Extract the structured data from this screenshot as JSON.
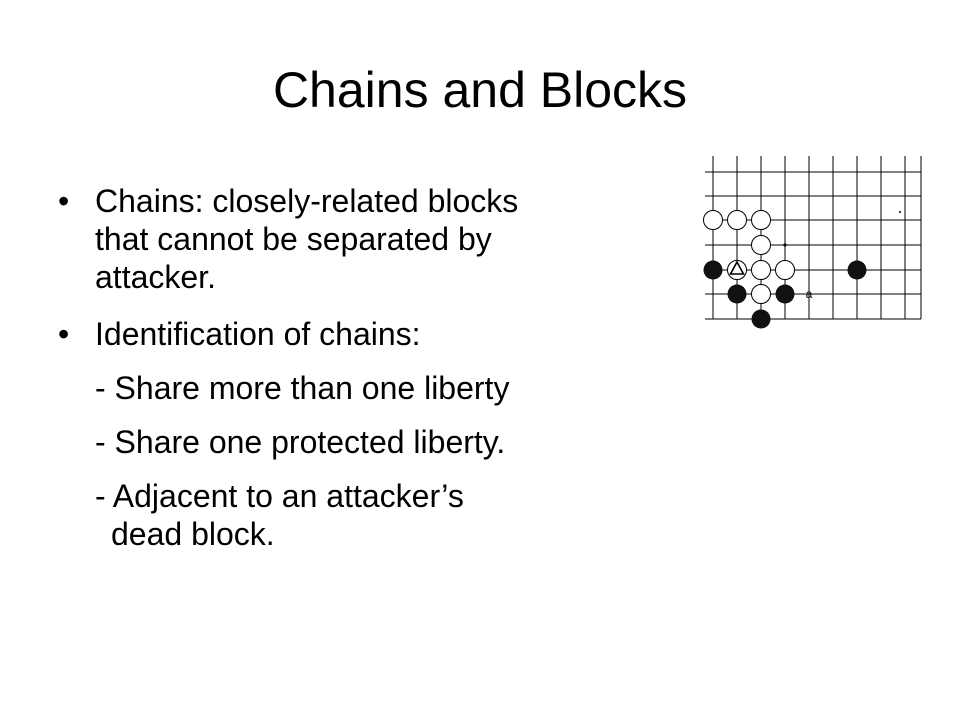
{
  "slide": {
    "title": "Chains and Blocks",
    "bullet_glyph": "•",
    "bullet1": {
      "lines": [
        "Chains: closely-related blocks",
        "that cannot be separated by",
        "attacker."
      ]
    },
    "bullet2": "Identification of chains:",
    "sub_items": [
      {
        "line1": "- Share more than one liberty"
      },
      {
        "line1": "- Share one protected liberty."
      },
      {
        "line1": "- Adjacent to an attacker’s",
        "line2": "dead block."
      }
    ]
  },
  "diagram": {
    "point_label": "a",
    "line_color": "#000000",
    "black_stone_color": "#111111",
    "white_stone_color": "#ffffff"
  }
}
